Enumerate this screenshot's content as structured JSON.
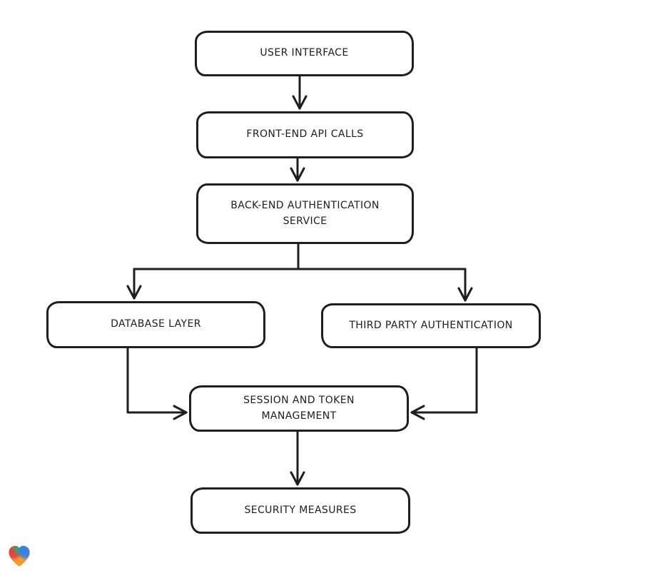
{
  "diagram": {
    "type": "flowchart",
    "stroke_color": "#1e1e1e",
    "node_fill": "#ffffff",
    "background": "#ffffff",
    "nodes": [
      {
        "id": "user-interface",
        "label": "USER INTERFACE"
      },
      {
        "id": "front-end-api-calls",
        "label": "FRONT-END API CALLS"
      },
      {
        "id": "back-end-authentication-service",
        "label": "BACK-END AUTHENTICATION\nSERVICE"
      },
      {
        "id": "database-layer",
        "label": "DATABASE LAYER"
      },
      {
        "id": "third-party-authentication",
        "label": "THIRD PARTY AUTHENTICATION"
      },
      {
        "id": "session-and-token-management",
        "label": "SESSION AND TOKEN\nMANAGEMENT"
      },
      {
        "id": "security-measures",
        "label": "SECURITY MEASURES"
      }
    ],
    "edges": [
      {
        "from": "user-interface",
        "to": "front-end-api-calls"
      },
      {
        "from": "front-end-api-calls",
        "to": "back-end-authentication-service"
      },
      {
        "from": "back-end-authentication-service",
        "to": "database-layer"
      },
      {
        "from": "back-end-authentication-service",
        "to": "third-party-authentication"
      },
      {
        "from": "database-layer",
        "to": "session-and-token-management"
      },
      {
        "from": "third-party-authentication",
        "to": "session-and-token-management"
      },
      {
        "from": "session-and-token-management",
        "to": "security-measures"
      }
    ]
  },
  "watermark": {
    "icon": "gradient-heart-logo",
    "colors": {
      "red": "#e23c44",
      "green": "#2fae68",
      "blue": "#2e7ff0",
      "orange": "#f7941e"
    }
  }
}
